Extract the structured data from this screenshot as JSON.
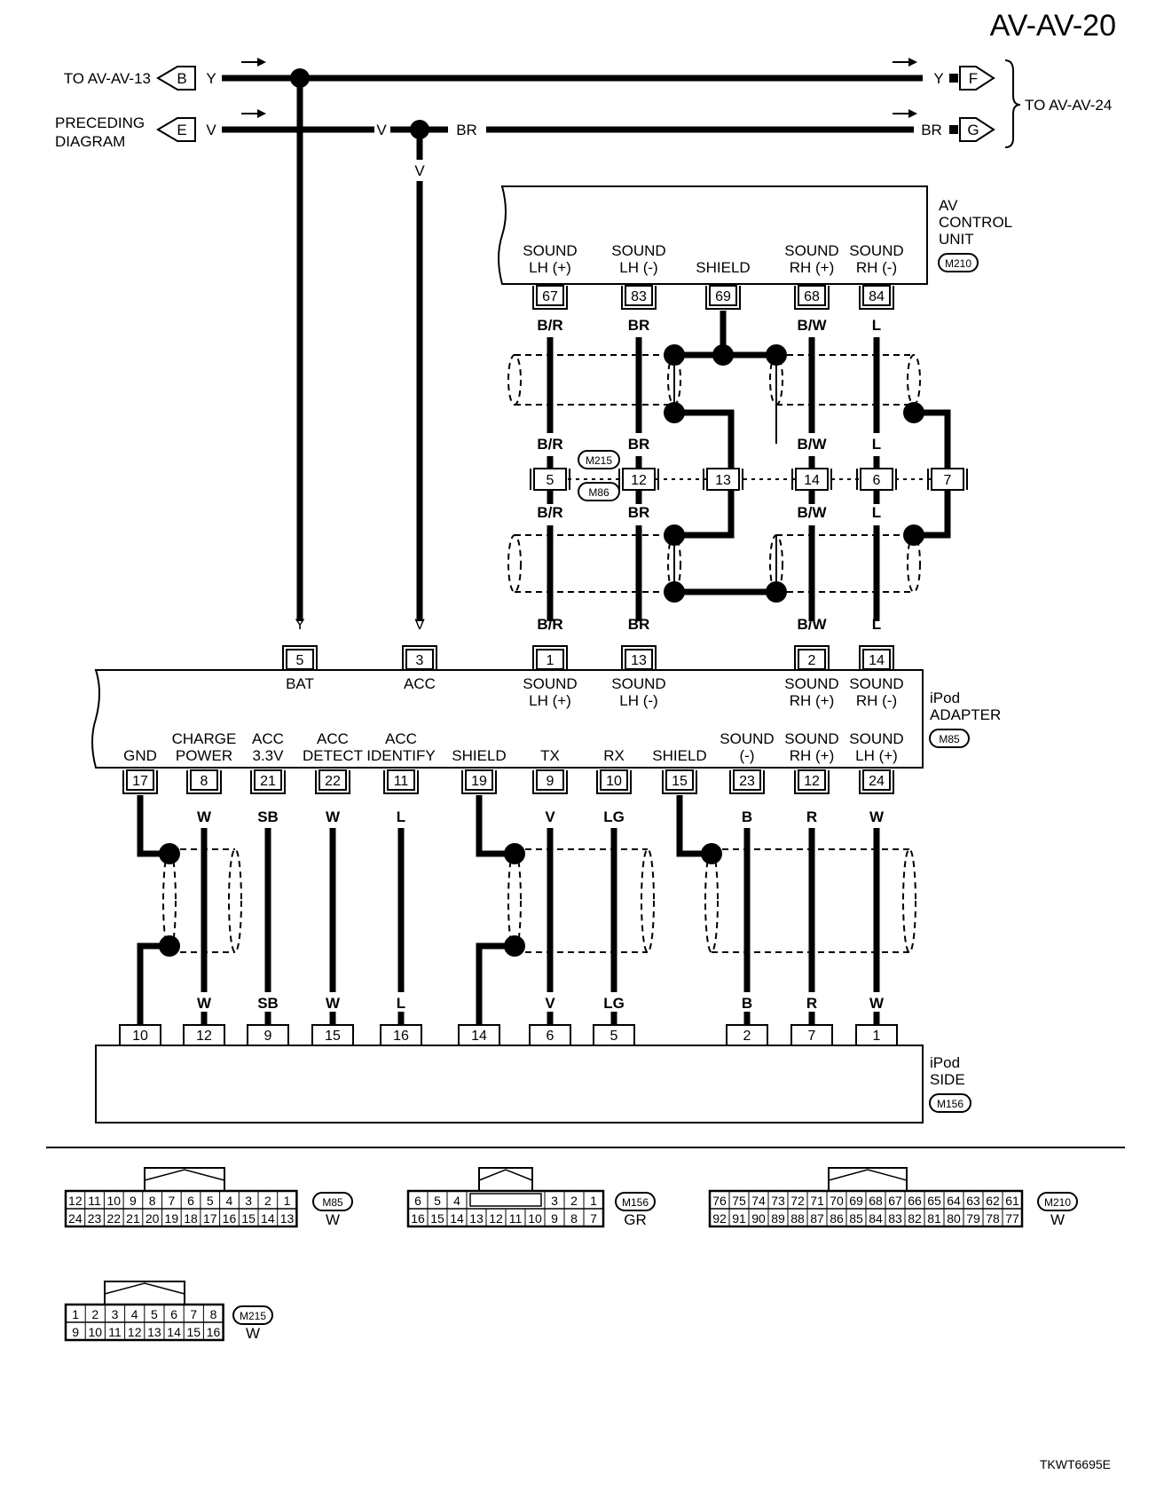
{
  "page_id": "AV-AV-20",
  "footer_code": "TKWT6695E",
  "connectors": {
    "left_top": {
      "text": "TO AV-AV-13",
      "letter": "B",
      "wire": "Y"
    },
    "left_bottom": {
      "text1": "PRECEDING",
      "text2": "DIAGRAM",
      "letter": "E",
      "wire": "V"
    },
    "right_top": {
      "letter": "F",
      "wire": "Y"
    },
    "right_bottom": {
      "letter": "G",
      "wire": "BR"
    },
    "right_text": "TO AV-AV-24",
    "mid_v": "V",
    "mid_br": "BR"
  },
  "vertical_wires": {
    "bat": "Y",
    "acc": "V"
  },
  "av_control_unit": {
    "name1": "AV",
    "name2": "CONTROL",
    "name3": "UNIT",
    "conn": "M210",
    "pins": [
      {
        "l1": "SOUND",
        "l2": "LH (+)",
        "num": "67",
        "wire": "B/R"
      },
      {
        "l1": "SOUND",
        "l2": "LH (-)",
        "num": "83",
        "wire": "BR"
      },
      {
        "l1": "",
        "l2": "SHIELD",
        "num": "69",
        "wire": ""
      },
      {
        "l1": "SOUND",
        "l2": "RH (+)",
        "num": "68",
        "wire": "B/W"
      },
      {
        "l1": "SOUND",
        "l2": "RH (-)",
        "num": "84",
        "wire": "L"
      }
    ]
  },
  "junction": {
    "conn1": "M215",
    "conn2": "M86",
    "pins": [
      "5",
      "12",
      "13",
      "14",
      "6",
      "7"
    ],
    "wires_above": [
      "B/R",
      "BR",
      "B/W",
      "L"
    ],
    "wires_below": [
      "B/R",
      "BR",
      "B/W",
      "L"
    ]
  },
  "ipod_adapter": {
    "name1": "iPod",
    "name2": "ADAPTER",
    "conn": "M85",
    "top_wires": [
      "Y",
      "V",
      "B/R",
      "BR",
      "B/W",
      "L"
    ],
    "top_pins": [
      {
        "num": "5",
        "l1": "BAT",
        "l2": ""
      },
      {
        "num": "3",
        "l1": "ACC",
        "l2": ""
      },
      {
        "num": "1",
        "l1": "SOUND",
        "l2": "LH (+)"
      },
      {
        "num": "13",
        "l1": "SOUND",
        "l2": "LH (-)"
      },
      {
        "num": "2",
        "l1": "SOUND",
        "l2": "RH (+)"
      },
      {
        "num": "14",
        "l1": "SOUND",
        "l2": "RH (-)"
      }
    ],
    "bottom_pins": [
      {
        "l1": "",
        "l2": "GND",
        "num": "17",
        "wire": "",
        "to": "10",
        "wire2": ""
      },
      {
        "l1": "CHARGE",
        "l2": "POWER",
        "num": "8",
        "wire": "W",
        "to": "12",
        "wire2": "W"
      },
      {
        "l1": "ACC",
        "l2": "3.3V",
        "num": "21",
        "wire": "SB",
        "to": "9",
        "wire2": "SB"
      },
      {
        "l1": "ACC",
        "l2": "DETECT",
        "num": "22",
        "wire": "W",
        "to": "15",
        "wire2": "W"
      },
      {
        "l1": "ACC",
        "l2": "IDENTIFY",
        "num": "11",
        "wire": "L",
        "to": "16",
        "wire2": "L"
      },
      {
        "l1": "",
        "l2": "SHIELD",
        "num": "19",
        "wire": "",
        "to": "14",
        "wire2": ""
      },
      {
        "l1": "",
        "l2": "TX",
        "num": "9",
        "wire": "V",
        "to": "6",
        "wire2": "V"
      },
      {
        "l1": "",
        "l2": "RX",
        "num": "10",
        "wire": "LG",
        "to": "5",
        "wire2": "LG"
      },
      {
        "l1": "",
        "l2": "SHIELD",
        "num": "15",
        "wire": "",
        "to": "",
        "wire2": ""
      },
      {
        "l1": "SOUND",
        "l2": "(-)",
        "num": "23",
        "wire": "B",
        "to": "2",
        "wire2": "B"
      },
      {
        "l1": "SOUND",
        "l2": "RH (+)",
        "num": "12",
        "wire": "R",
        "to": "7",
        "wire2": "R"
      },
      {
        "l1": "SOUND",
        "l2": "LH (+)",
        "num": "24",
        "wire": "W",
        "to": "1",
        "wire2": "W"
      }
    ]
  },
  "ipod_side": {
    "name1": "iPod",
    "name2": "SIDE",
    "conn": "M156"
  },
  "connector_faces": [
    {
      "conn": "M85",
      "color": "W",
      "top": [
        "12",
        "11",
        "10",
        "9",
        "8",
        "7",
        "6",
        "5",
        "4",
        "3",
        "2",
        "1"
      ],
      "bottom": [
        "24",
        "23",
        "22",
        "21",
        "20",
        "19",
        "18",
        "17",
        "16",
        "15",
        "14",
        "13"
      ]
    },
    {
      "conn": "M156",
      "color": "GR",
      "top": [
        "6",
        "5",
        "4",
        "",
        "3",
        "2",
        "1"
      ],
      "bottom": [
        "16",
        "15",
        "14",
        "13",
        "12",
        "11",
        "10",
        "9",
        "8",
        "7"
      ]
    },
    {
      "conn": "M210",
      "color": "W",
      "top": [
        "76",
        "75",
        "74",
        "73",
        "72",
        "71",
        "70",
        "69",
        "68",
        "67",
        "66",
        "65",
        "64",
        "63",
        "62",
        "61"
      ],
      "bottom": [
        "92",
        "91",
        "90",
        "89",
        "88",
        "87",
        "86",
        "85",
        "84",
        "83",
        "82",
        "81",
        "80",
        "79",
        "78",
        "77"
      ]
    },
    {
      "conn": "M215",
      "color": "W",
      "top": [
        "1",
        "2",
        "3",
        "4",
        "5",
        "6",
        "7",
        "8"
      ],
      "bottom": [
        "9",
        "10",
        "11",
        "12",
        "13",
        "14",
        "15",
        "16"
      ]
    }
  ]
}
